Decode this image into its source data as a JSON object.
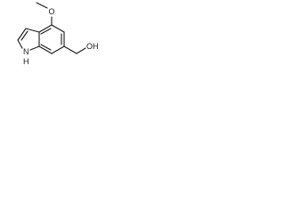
{
  "molecule": {
    "atoms": {
      "methoxy_oxygen": "O",
      "hydroxyl": "OH",
      "indole_nh": "N",
      "indole_nh_h": "H"
    },
    "colors": {
      "bond": "#1a1a1a",
      "label": "#1a1a1a",
      "background": "#ffffff"
    }
  }
}
